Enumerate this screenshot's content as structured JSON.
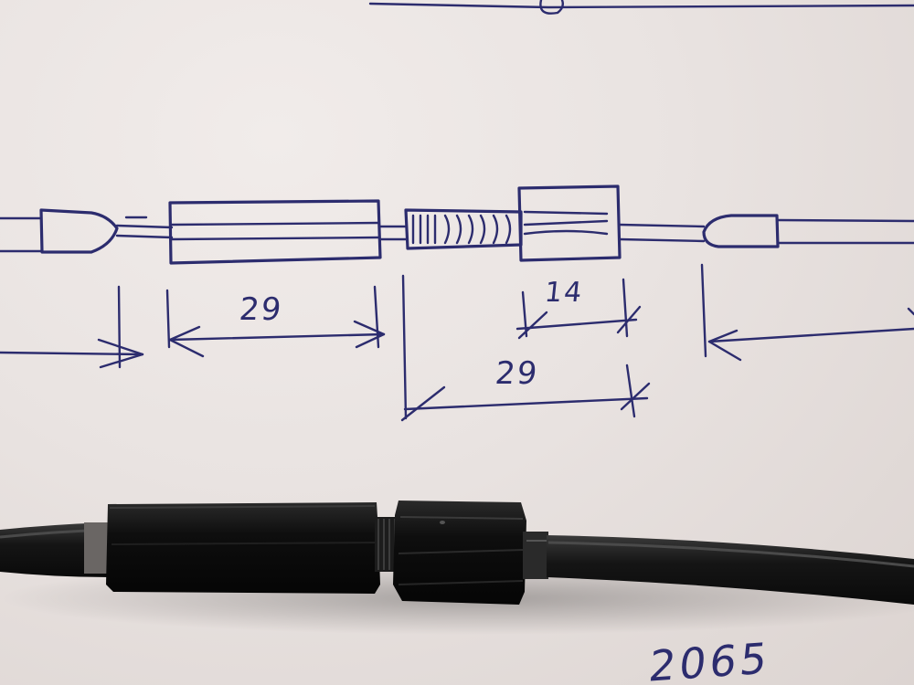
{
  "sketch": {
    "dimensions": {
      "left_sleeve_length": "29",
      "adjuster_total_length": "29",
      "adjuster_barrel_length": "14"
    },
    "corner_number": "2065"
  },
  "colors": {
    "paper": "#ebe5e3",
    "ink": "#2c2c6e",
    "plastic": "#111111",
    "cable": "#1a1a1a"
  }
}
